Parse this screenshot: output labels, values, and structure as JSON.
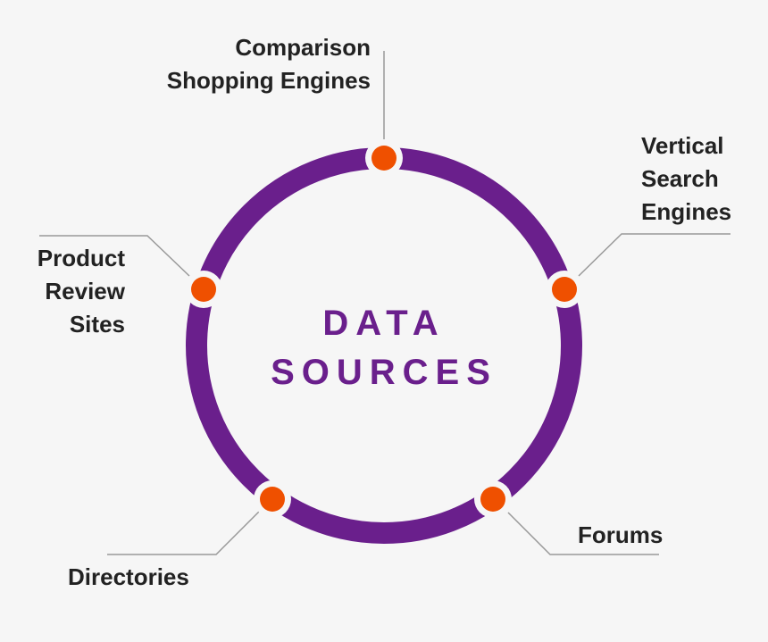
{
  "diagram": {
    "title_line1": "DATA",
    "title_line2": "SOURCES",
    "colors": {
      "ring": "#6a1f8c",
      "node": "#ef5000",
      "text": "#222222",
      "leader": "#999999",
      "background": "#f6f6f6"
    },
    "nodes": [
      {
        "id": "comparison",
        "lines": [
          "Comparison",
          "Shopping Engines"
        ]
      },
      {
        "id": "vertical",
        "lines": [
          "Vertical",
          "Search",
          "Engines"
        ]
      },
      {
        "id": "forums",
        "lines": [
          "Forums"
        ]
      },
      {
        "id": "directories",
        "lines": [
          "Directories"
        ]
      },
      {
        "id": "product",
        "lines": [
          "Product",
          "Review",
          "Sites"
        ]
      }
    ]
  }
}
